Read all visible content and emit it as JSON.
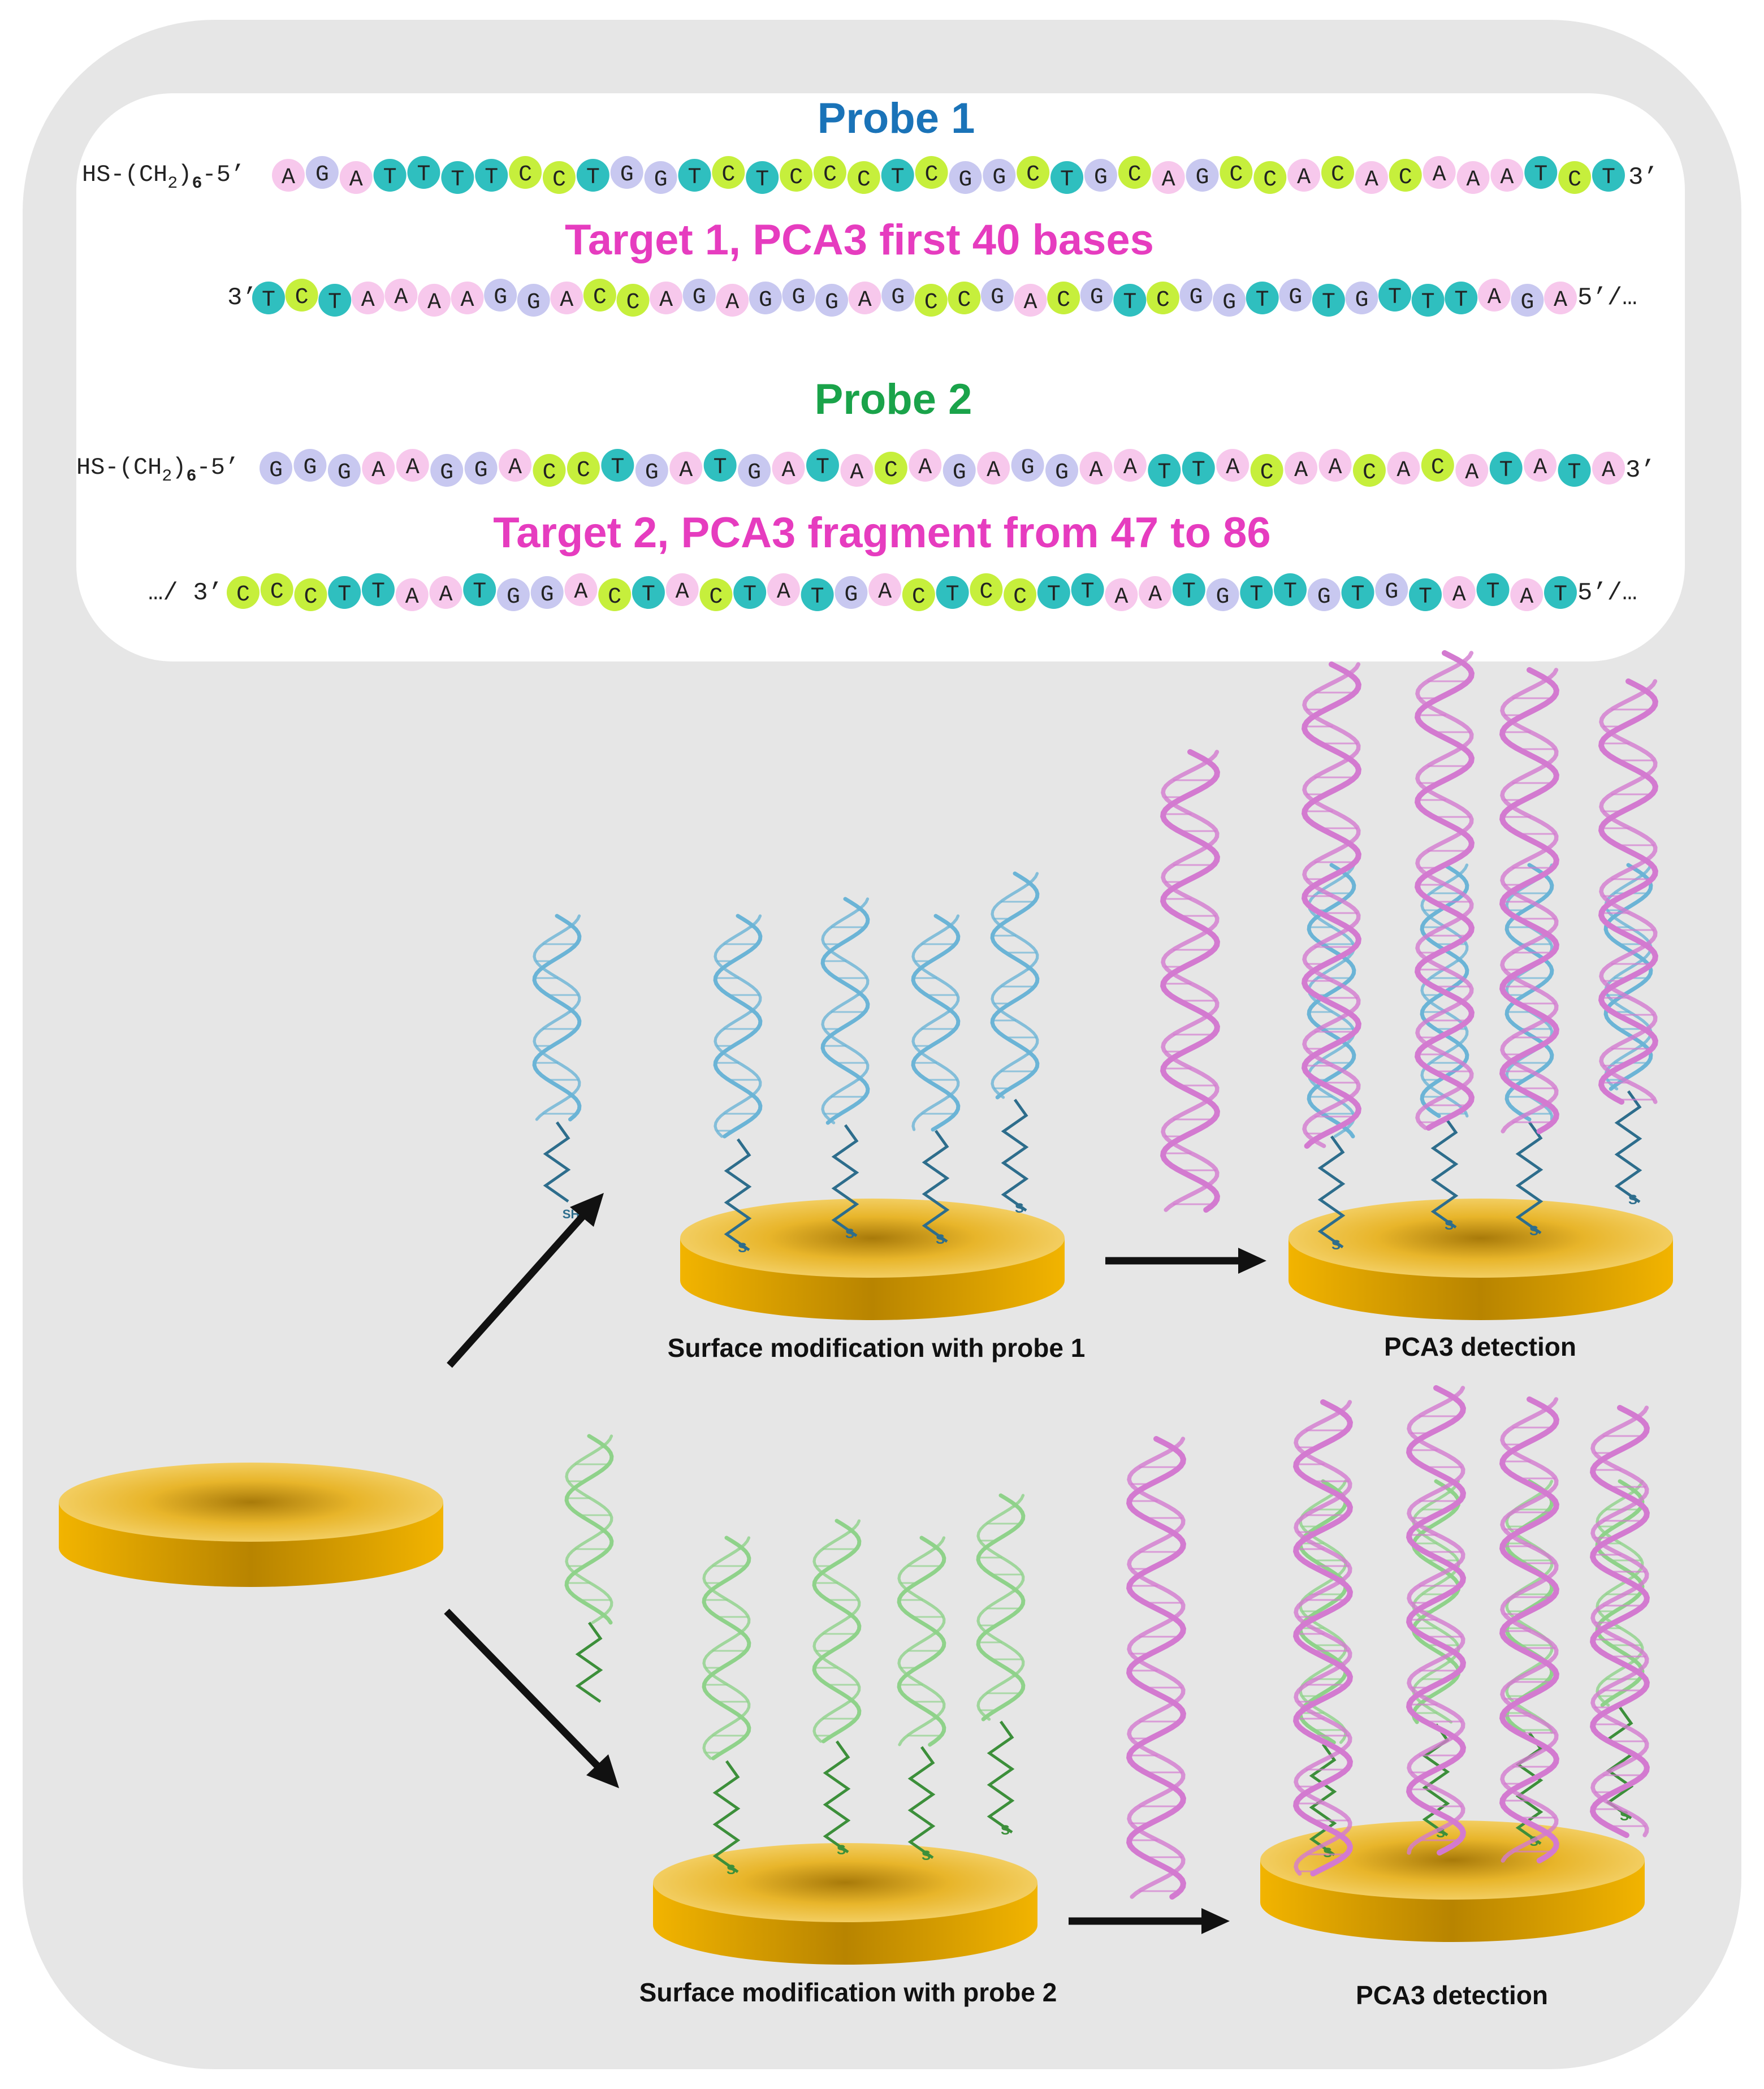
{
  "colors": {
    "background_panel": "#e6e6e6",
    "sequence_box": "#ffffff",
    "probe1_title": "#1a73b8",
    "probe2_title": "#1aa34a",
    "target_title": "#e63cbf",
    "base_T": "#2fbfbf",
    "base_C": "#c6ef3c",
    "base_A": "#f7c8ec",
    "base_G": "#c8c8f0",
    "gold_light": "#f7d36a",
    "gold_dark": "#e8a700",
    "probe1_helix": "#6bb4d6",
    "probe2_helix": "#8fd28a",
    "target_helix": "#d37ad0",
    "linker_blue": "#2d6d8c",
    "linker_green": "#3c8f3a",
    "arrow": "#111111"
  },
  "probe1": {
    "title": "Probe 1",
    "prefix": "HS-(CH",
    "sub2": "2",
    "sub6": "6",
    "prefix_tail": "-5’",
    "suffix": "3’",
    "sequence": "AGATTTTCCTGGTCTCCCTCGGCTGCAGCCACACAAATCT"
  },
  "target1": {
    "title": "Target 1, PCA3 first 40 bases",
    "prefix": "3’",
    "suffix": "5’/…",
    "sequence": "TCTAAAAGGACCAGAGGGAGCCGACGTCGGTGTGTTTAGA"
  },
  "probe2": {
    "title": "Probe 2",
    "prefix": "HS-(CH",
    "sub2": "2",
    "sub6": "6",
    "prefix_tail": "-5’",
    "suffix": "3’",
    "sequence": "GGGAAGGACCTGATGATACAGAGGAATTACAACACATATA"
  },
  "target2": {
    "title": "Target 2, PCA3 fragment from 47 to 86",
    "prefix": "…/ 3’",
    "suffix": "5’/…",
    "sequence": "CCCTTAATGGACTACTATGACTCCTTAATGTTGTGTATAT"
  },
  "labels": {
    "sh": "SH",
    "s": "S",
    "surface_probe1": "Surface modification with probe 1",
    "surface_probe2": "Surface modification with probe 2",
    "detection_top": "PCA3 detection",
    "detection_bottom": "PCA3 detection"
  }
}
